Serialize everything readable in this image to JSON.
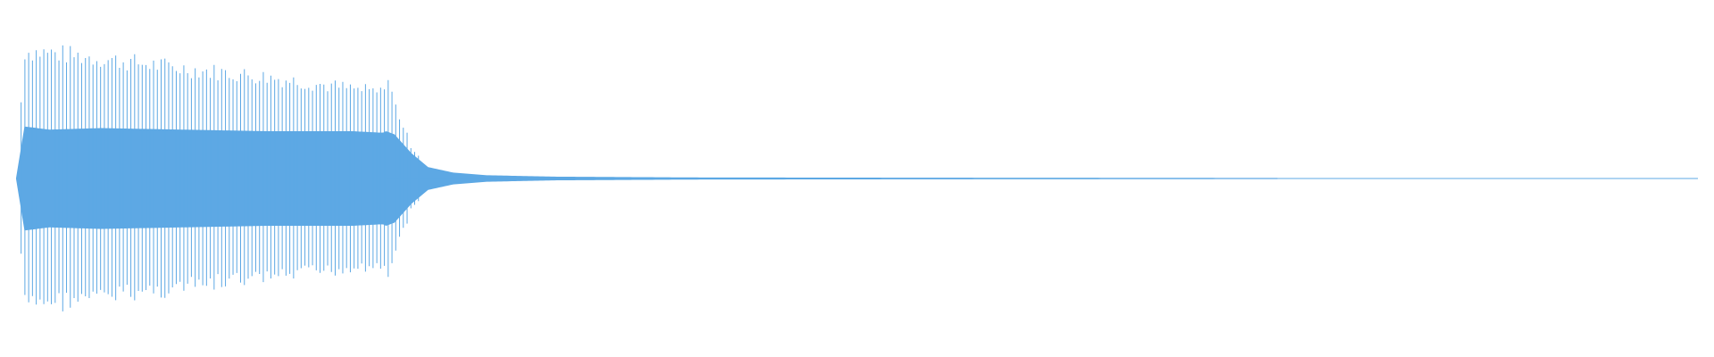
{
  "chart_data": {
    "type": "area",
    "description": "",
    "color": "#5DA8E4",
    "background": "#FFFFFF",
    "x_range": [
      0,
      1
    ],
    "y_range": [
      -1,
      1
    ],
    "series": [
      {
        "envelope": {
          "x": [
            0.0,
            0.005,
            0.02,
            0.05,
            0.1,
            0.15,
            0.2,
            0.218,
            0.22,
            0.225,
            0.235,
            0.245,
            0.26,
            0.28,
            0.32,
            0.4,
            0.55,
            0.75
          ],
          "peak": [
            0.0,
            0.88,
            0.87,
            0.83,
            0.76,
            0.7,
            0.62,
            0.59,
            0.74,
            0.52,
            0.22,
            0.09,
            0.045,
            0.025,
            0.012,
            0.006,
            0.003,
            0.0
          ],
          "dense": [
            0.0,
            0.33,
            0.31,
            0.32,
            0.31,
            0.3,
            0.3,
            0.29,
            0.3,
            0.28,
            0.16,
            0.07,
            0.035,
            0.018,
            0.009,
            0.004,
            0.002,
            0.0
          ]
        }
      }
    ],
    "grid": false,
    "legend": false
  }
}
